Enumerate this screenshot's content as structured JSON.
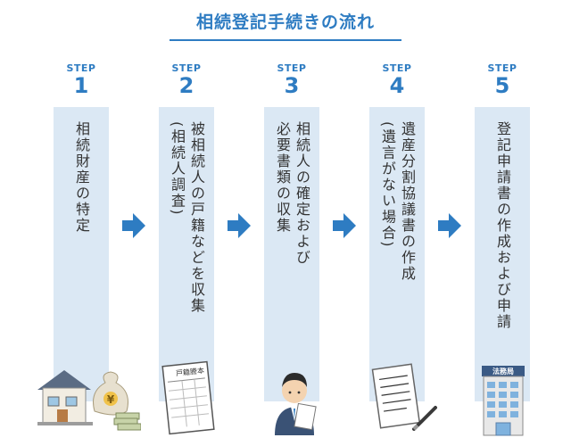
{
  "title": "相続登記手続きの流れ",
  "steps": [
    {
      "label": "STEP",
      "number": "1",
      "lines": [
        "相続財産の特定"
      ]
    },
    {
      "label": "STEP",
      "number": "2",
      "lines": [
        "被相続人の戸籍などを収集",
        "(相続人調査)"
      ]
    },
    {
      "label": "STEP",
      "number": "3",
      "lines": [
        "相続人の確定および",
        "必要書類の収集"
      ]
    },
    {
      "label": "STEP",
      "number": "4",
      "lines": [
        "遺産分割協議書の作成",
        "(遺言がない場合)"
      ]
    },
    {
      "label": "STEP",
      "number": "5",
      "lines": [
        "登記申請書の作成および申請"
      ]
    }
  ],
  "icons": {
    "koseki_text": "戸籍謄本",
    "legal_office_text": "法務局",
    "yen_symbol": "¥"
  },
  "colors": {
    "accent": "#2e7cc2",
    "column": "#dbe8f4"
  }
}
